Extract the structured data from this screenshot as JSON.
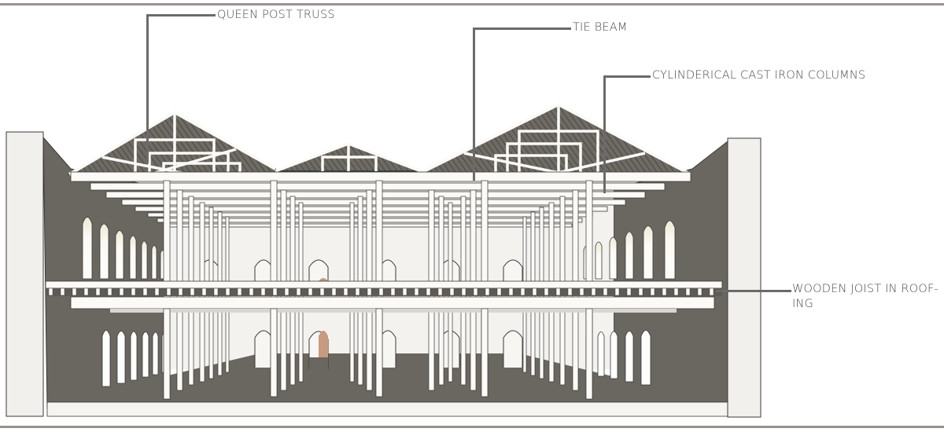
{
  "diagram": {
    "type": "architectural-sectional-perspective",
    "description": "Two-storey hall section with queen post truss roof, cylindrical cast iron columns and wooden joist floor",
    "colors": {
      "wall_dark": "#6a6660",
      "wall_light": "#f3f2ef",
      "structure": "#fbfaf6",
      "outline": "#3a3a3a",
      "door_accent": "#c89a80",
      "leader_line": "#6b6b6b",
      "label_text": "#4a4a4a",
      "frame_rule": "#9a9090"
    }
  },
  "callouts": [
    {
      "id": "queen-post-truss",
      "label": "QUEEN POST TRUSS"
    },
    {
      "id": "tie-beam",
      "label": "TIE BEAM"
    },
    {
      "id": "cast-iron-columns",
      "label": "CYLINDERICAL CAST IRON COLUMNS"
    },
    {
      "id": "wooden-joist",
      "label_line1": "WOODEN JOIST IN ROOF-",
      "label_line2": "ING"
    }
  ]
}
